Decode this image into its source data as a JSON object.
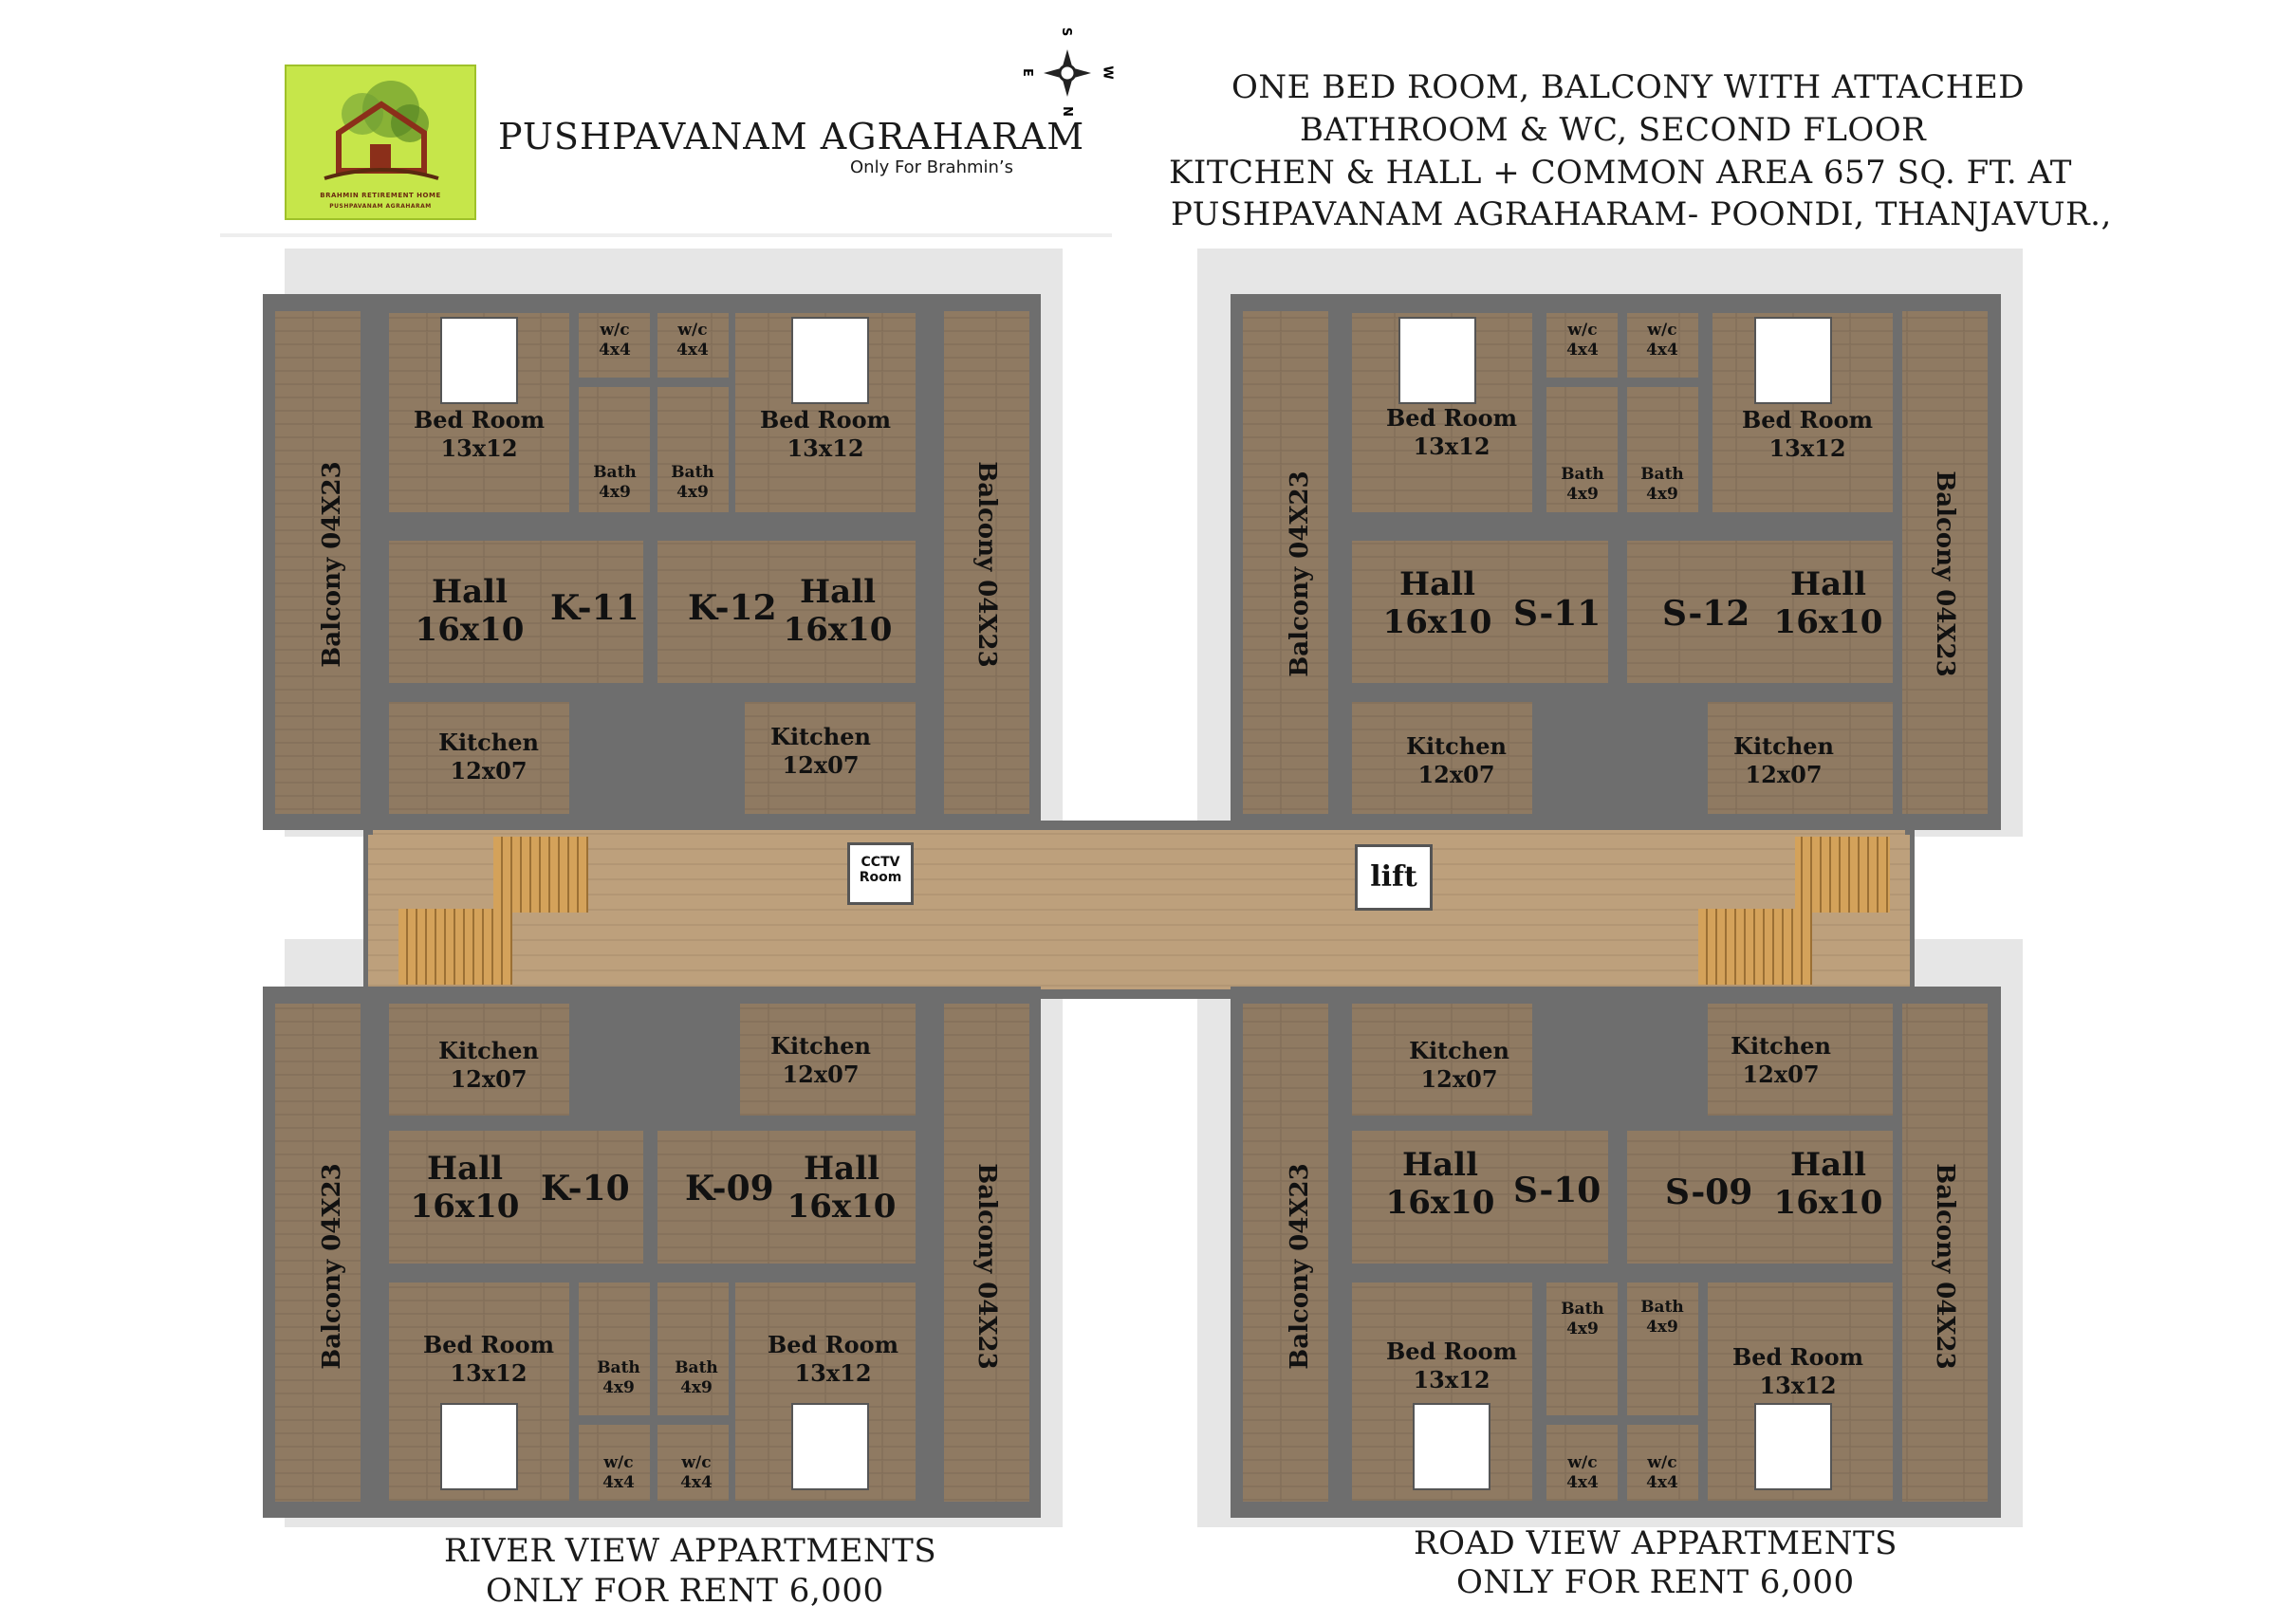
{
  "logo": {
    "line1": "BRAHMIN RETIREMENT HOME",
    "line2": "PUSHPAVANAM AGRAHARAM"
  },
  "brand": {
    "title": "PUSHPAVANAM AGRAHARAM",
    "subtitle": "Only For Brahmin’s"
  },
  "compass": {
    "n": "N",
    "e": "E",
    "s": "S",
    "w": "W"
  },
  "heading": [
    "ONE BED ROOM, BALCONY WITH ATTACHED",
    "BATHROOM & WC,  SECOND FLOOR",
    "KITCHEN & HALL + COMMON AREA 657 SQ. FT. AT",
    "PUSHPAVANAM AGRAHARAM- POONDI, THANJAVUR.,"
  ],
  "room_labels": {
    "bed_room": "Bed Room",
    "bed_size": "13x12",
    "hall": "Hall",
    "hall_size": "16x10",
    "kitchen": "Kitchen",
    "kitchen_size": "12x07",
    "bath": "Bath",
    "bath_size": "4x9",
    "wc": "w/c",
    "wc_size": "4x4",
    "balcony": "Balcony 04X23"
  },
  "units": {
    "k11": "K-11",
    "k12": "K-12",
    "k10": "K-10",
    "k09": "K-09",
    "s11": "S-11",
    "s12": "S-12",
    "s10": "S-10",
    "s09": "S-09"
  },
  "common": {
    "cctv_line1": "CCTV",
    "cctv_line2": "Room",
    "lift": "lift"
  },
  "footer": {
    "left_line1": "RIVER VIEW APPARTMENTS",
    "left_line2": "ONLY FOR RENT 6,000",
    "right_line1": "ROAD VIEW APPARTMENTS",
    "right_line2": "ONLY FOR RENT 6,000"
  },
  "colors": {
    "floor": "#8f7a62",
    "wall": "#6e6e6e",
    "corridor": "#b89c78",
    "stairs": "#d4a25a",
    "logo_bg": "#c6e64a"
  }
}
